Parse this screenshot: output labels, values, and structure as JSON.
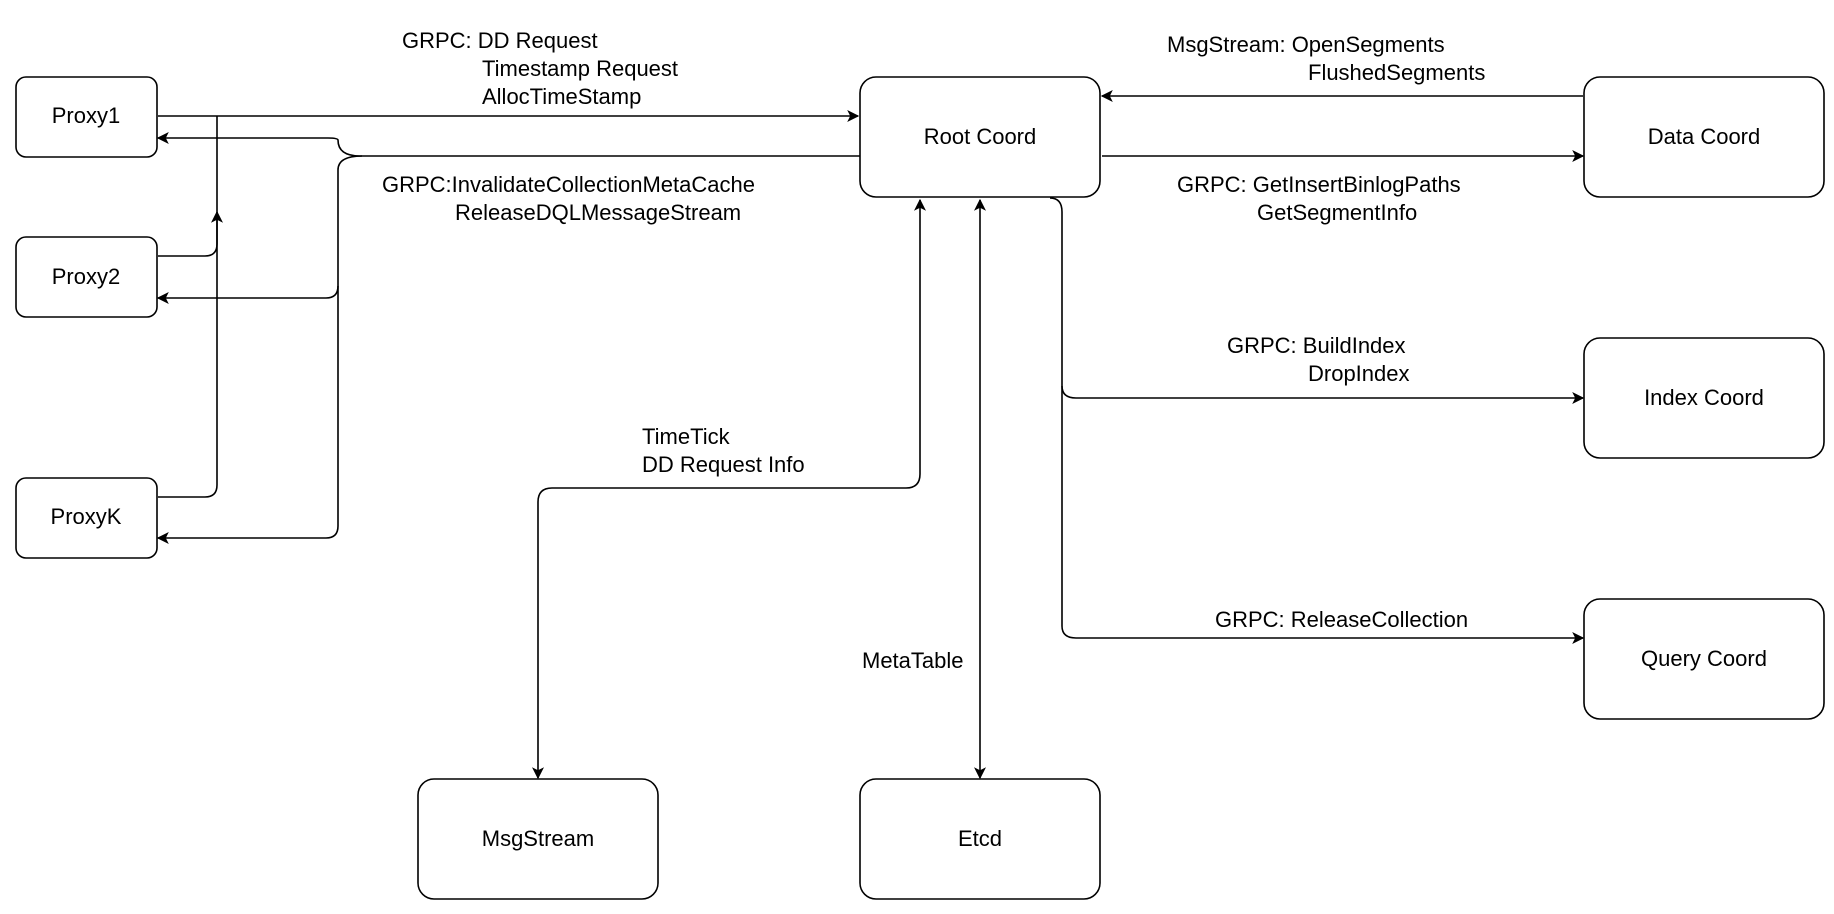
{
  "nodes": {
    "proxy1": "Proxy1",
    "proxy2": "Proxy2",
    "proxyk": "ProxyK",
    "root_coord": "Root Coord",
    "data_coord": "Data Coord",
    "index_coord": "Index Coord",
    "query_coord": "Query Coord",
    "msgstream": "MsgStream",
    "etcd": "Etcd"
  },
  "edges": {
    "proxy_to_root": [
      "GRPC: DD Request",
      "Timestamp Request",
      "AllocTimeStamp"
    ],
    "root_to_proxy": [
      "GRPC:InvalidateCollectionMetaCache",
      "ReleaseDQLMessageStream"
    ],
    "data_to_root": [
      "MsgStream: OpenSegments",
      "FlushedSegments"
    ],
    "root_to_data": [
      "GRPC: GetInsertBinlogPaths",
      "GetSegmentInfo"
    ],
    "root_to_index": [
      "GRPC: BuildIndex",
      "DropIndex"
    ],
    "root_to_query": [
      "GRPC: ReleaseCollection"
    ],
    "msgstream_root": [
      "TimeTick",
      "DD Request Info"
    ],
    "etcd_root": [
      "MetaTable"
    ]
  }
}
